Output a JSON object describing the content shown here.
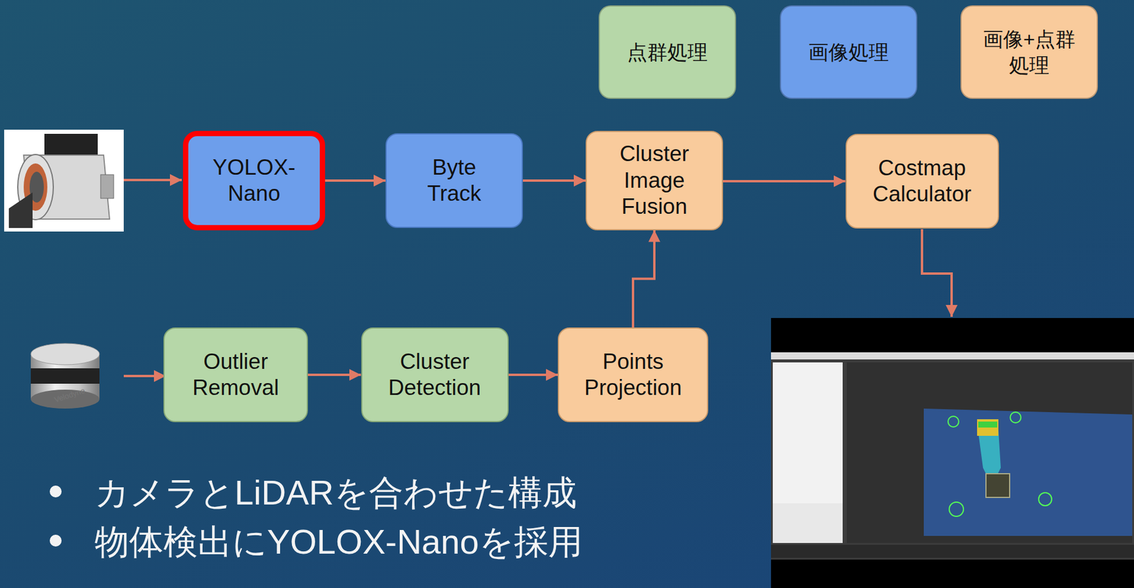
{
  "diagram": {
    "nodes": [
      {
        "text": [
          "YOLOX-Nano"
        ]
      },
      {
        "text": [
          "Byte Track"
        ]
      },
      {
        "text": [
          "Cluster Image Fusion"
        ]
      },
      {
        "text": [
          "Costmap Calculator"
        ]
      },
      {
        "text": [
          "Outlier Removal"
        ]
      },
      {
        "text": [
          "Cluster Detection"
        ]
      },
      {
        "text": [
          "Points Projection"
        ]
      }
    ],
    "edges": [
      {
        "from": 0,
        "to": 1,
        "arrow": "to"
      },
      {
        "from": 1,
        "to": 2,
        "arrow": "to"
      },
      {
        "from": 2,
        "to": 3,
        "arrow": "to"
      },
      {
        "from": 4,
        "to": 5,
        "arrow": "to"
      },
      {
        "from": 5,
        "to": 6,
        "arrow": "to"
      },
      {
        "from": 6,
        "to": 2,
        "arrow": "to"
      }
    ],
    "labels": [
      "カメラとLiDARを合わせた構成",
      "物体検出にYOLOX-Nanoを採用",
      "Velodyne"
    ],
    "legend": [
      {
        "text": "点群処理",
        "color": "#b6d7a8"
      },
      {
        "text": "画像処理",
        "color": "#6d9eeb"
      },
      {
        "text": "画像+点群処理",
        "color": "#f9cb9c"
      }
    ]
  }
}
